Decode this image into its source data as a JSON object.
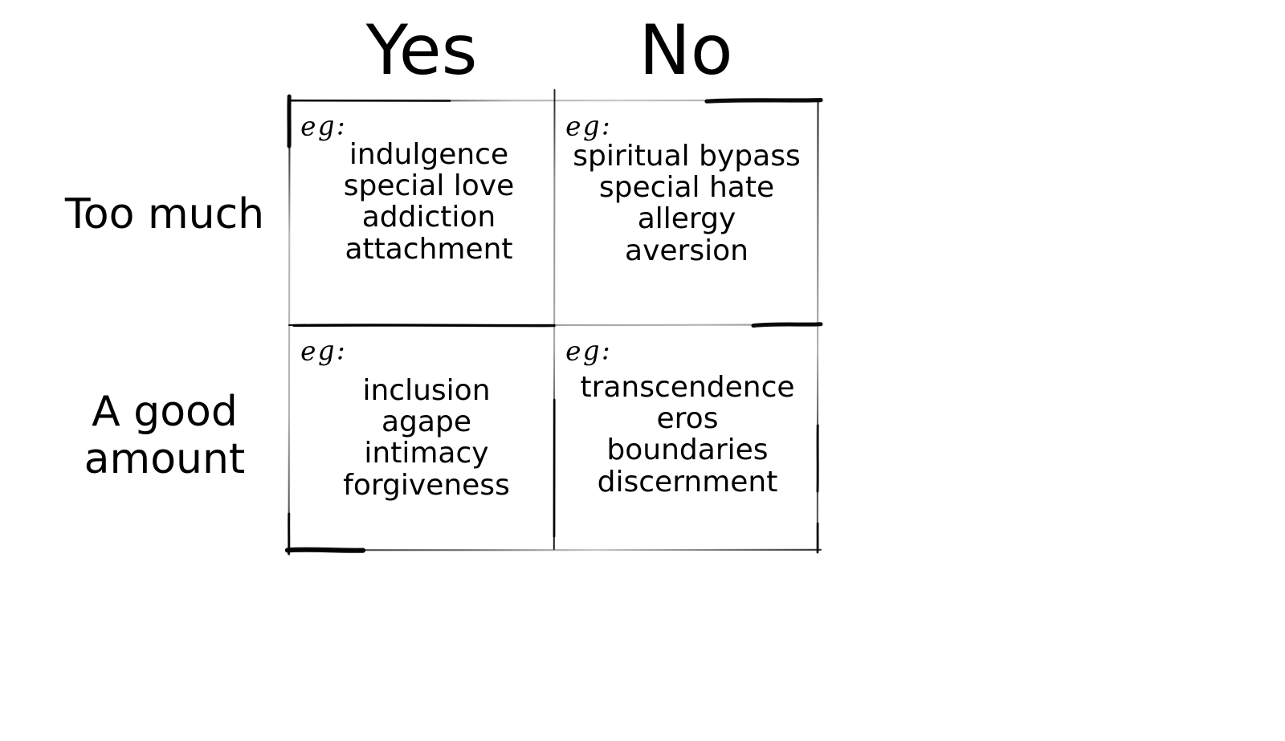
{
  "diagram": {
    "title": "Yes/No by Too much / A good amount quadrant chart",
    "ink_color": "#000000",
    "background_color": "#ffffff",
    "columns": [
      {
        "id": "yes",
        "label": "Yes"
      },
      {
        "id": "no",
        "label": "No"
      }
    ],
    "rows": [
      {
        "id": "too-much",
        "label": "Too much"
      },
      {
        "id": "good-amount",
        "label": "A good amount"
      }
    ],
    "eg_label": "eg:",
    "cells": [
      {
        "id": "too-much-yes",
        "row": "Too much",
        "column": "Yes",
        "eg": "eg:",
        "items": [
          "indulgence",
          "special love",
          "addiction",
          "attachment"
        ]
      },
      {
        "id": "too-much-no",
        "row": "Too much",
        "column": "No",
        "eg": "eg:",
        "items": [
          "spiritual bypass",
          "special hate",
          "allergy",
          "aversion"
        ]
      },
      {
        "id": "good-amount-yes",
        "row": "A good amount",
        "column": "Yes",
        "eg": "eg:",
        "items": [
          "inclusion",
          "agape",
          "intimacy",
          "forgiveness"
        ]
      },
      {
        "id": "good-amount-no",
        "row": "A good amount",
        "column": "No",
        "eg": "eg:",
        "items": [
          "transcendence",
          "eros",
          "boundaries",
          "discernment"
        ]
      }
    ]
  }
}
